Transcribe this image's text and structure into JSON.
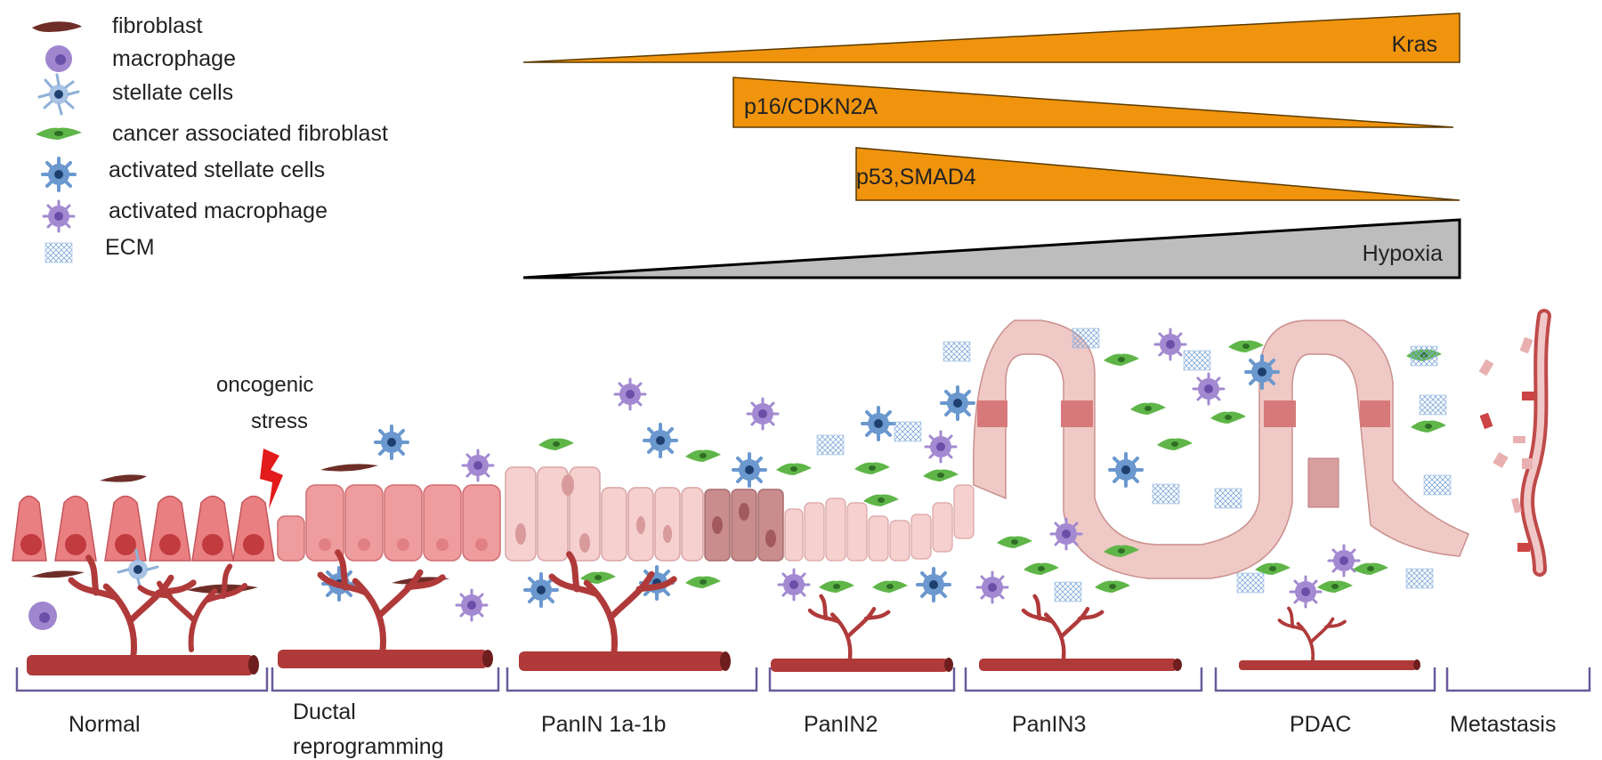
{
  "legend": [
    {
      "label": "fibroblast",
      "icon": "fibroblast-icon"
    },
    {
      "label": "macrophage",
      "icon": "macrophage-icon"
    },
    {
      "label": "stellate cells",
      "icon": "stellate-cell-icon"
    },
    {
      "label": "cancer associated fibroblast",
      "icon": "caf-icon"
    },
    {
      "label": "activated stellate cells",
      "icon": "activated-stellate-icon"
    },
    {
      "label": "activated macrophage",
      "icon": "activated-macrophage-icon"
    },
    {
      "label": "ECM",
      "icon": "ecm-icon"
    }
  ],
  "gradient_bars": [
    {
      "label": "Kras",
      "direction": "increasing",
      "color": "#F0940E"
    },
    {
      "label": "p16/CDKN2A",
      "direction": "decreasing",
      "color": "#F0940E"
    },
    {
      "label": "p53,SMAD4",
      "direction": "decreasing",
      "color": "#F0940E"
    },
    {
      "label": "Hypoxia",
      "direction": "increasing",
      "color": "#BDBDBD"
    }
  ],
  "annotation": {
    "line1": "oncogenic",
    "line2": "stress",
    "icon": "lightning-icon"
  },
  "stages": [
    {
      "line1": "Normal",
      "line2": ""
    },
    {
      "line1": "Ductal",
      "line2": "reprogramming"
    },
    {
      "line1": "PanIN 1a-1b",
      "line2": ""
    },
    {
      "line1": "PanIN2",
      "line2": ""
    },
    {
      "line1": "PanIN3",
      "line2": ""
    },
    {
      "line1": "PDAC",
      "line2": ""
    },
    {
      "line1": "Metastasis",
      "line2": ""
    }
  ],
  "colors": {
    "orange": "#F0940E",
    "gray": "#BDBDBD",
    "vessel": "#B03A3A",
    "acinar": "#E87E80",
    "caf_green": "#5FB548",
    "stellate_blue": "#5B8FC7",
    "macrophage_purple": "#9A82C8",
    "bracket": "#6A5A9A"
  }
}
